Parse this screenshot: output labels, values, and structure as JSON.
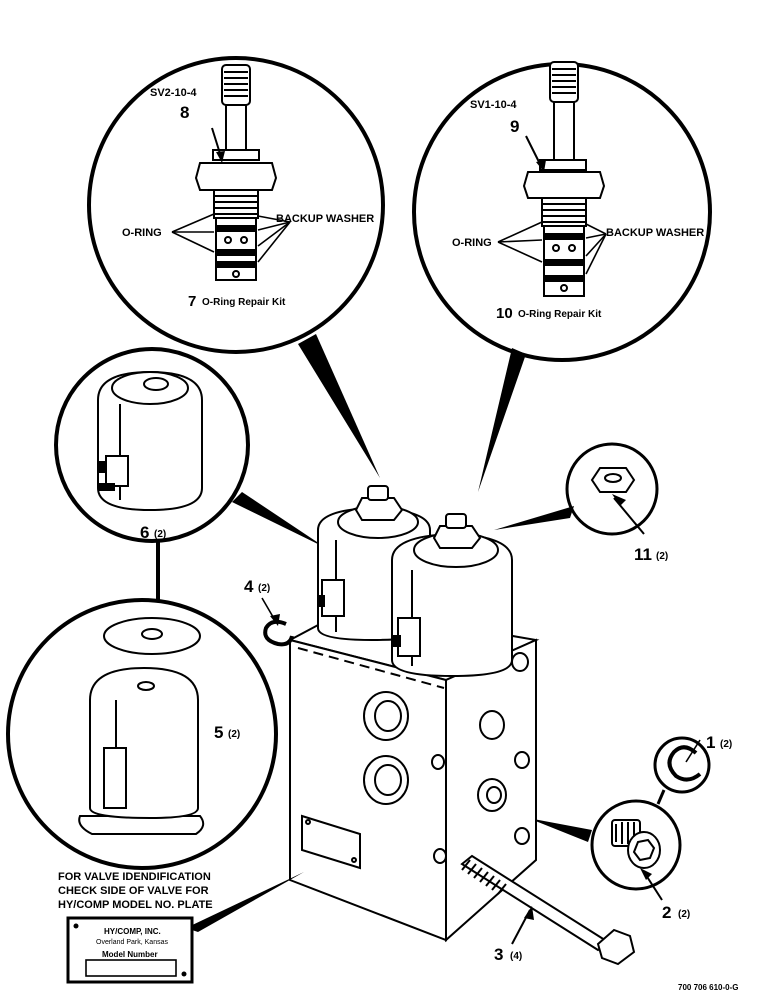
{
  "callouts": {
    "sv2": {
      "part_no": "SV2-10-4",
      "ref": "8",
      "oring": "O-RING",
      "washer": "BACKUP WASHER",
      "kit_ref": "7",
      "kit_label": "O-Ring Repair Kit"
    },
    "sv1": {
      "part_no": "SV1-10-4",
      "ref": "9",
      "oring": "O-RING",
      "washer": "BACKUP WASHER",
      "kit_ref": "10",
      "kit_label": "O-Ring Repair Kit"
    },
    "coil": {
      "ref": "6",
      "qty": "(2)"
    },
    "cover": {
      "ref": "5",
      "qty": "(2)"
    },
    "nut": {
      "ref": "11",
      "qty": "(2)"
    },
    "oring_small": {
      "ref": "1",
      "qty": "(2)"
    },
    "plug": {
      "ref": "2",
      "qty": "(2)"
    },
    "oring_side": {
      "ref": "4",
      "qty": "(2)"
    },
    "bolt": {
      "ref": "3",
      "qty": "(4)"
    }
  },
  "note": {
    "line1": "FOR VALVE IDENDIFICATION",
    "line2": "CHECK SIDE OF VALVE FOR",
    "line3": "HY/COMP MODEL NO. PLATE"
  },
  "plate": {
    "line1": "HY/COMP, INC.",
    "line2": "Overland Park, Kansas",
    "line3": "Model Number"
  },
  "drawing_number": "700 706 610-0-G"
}
